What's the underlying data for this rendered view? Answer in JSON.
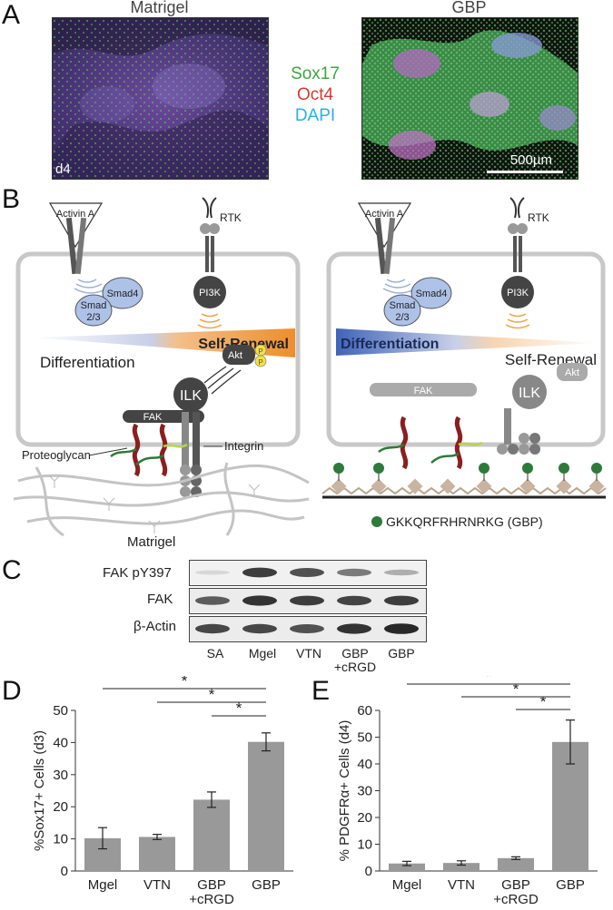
{
  "panel_letters": {
    "a": "A",
    "b": "B",
    "c": "C",
    "d": "D",
    "e": "E"
  },
  "panel_a": {
    "left_title": "Matrigel",
    "right_title": "GBP",
    "day_label": "d4",
    "stains": [
      {
        "text": "Sox17",
        "color": "#3aa640"
      },
      {
        "text": "Oct4",
        "color": "#d43a2f"
      },
      {
        "text": "DAPI",
        "color": "#2eaee6"
      }
    ],
    "scale_bar": "500µm"
  },
  "panel_b": {
    "left": {
      "activin": "Activin A",
      "rtk": "RTK",
      "smad4": "Smad4",
      "smad23_line1": "Smad",
      "smad23_line2": "2/3",
      "pi3k": "PI3K",
      "self_renewal": "Self-Renewal",
      "differentiation": "Differentiation",
      "akt": "Akt",
      "p": "P",
      "fak": "FAK",
      "ilk": "ILK",
      "proteoglycan": "Proteoglycan",
      "integrin": "Integrin",
      "matrigel": "Matrigel"
    },
    "right": {
      "activin": "Activin A",
      "rtk": "RTK",
      "smad4": "Smad4",
      "smad23_line1": "Smad",
      "smad23_line2": "2/3",
      "pi3k": "PI3K",
      "differentiation": "Differentiation",
      "self_renewal": "Self-Renewal",
      "fak": "FAK",
      "ilk": "ILK",
      "akt": "Akt",
      "gbp_legend": "GKKQRFRHRNRKG (GBP)"
    }
  },
  "panel_c": {
    "rows": [
      "FAK pY397",
      "FAK",
      "β-Actin"
    ],
    "lanes": [
      "SA",
      "Mgel",
      "VTN",
      "GBP\n+cRGD",
      "GBP"
    ],
    "band_intensity": [
      [
        0.1,
        0.85,
        0.75,
        0.55,
        0.3
      ],
      [
        0.7,
        0.9,
        0.85,
        0.82,
        0.85
      ],
      [
        0.8,
        0.8,
        0.75,
        0.9,
        0.95
      ]
    ]
  },
  "chart_data": [
    {
      "type": "bar",
      "panel": "D",
      "categories": [
        "Mgel",
        "VTN",
        "GBP\n+cRGD",
        "GBP"
      ],
      "values": [
        10.2,
        10.6,
        22.2,
        40.2
      ],
      "errors": [
        3.3,
        0.8,
        2.4,
        2.8
      ],
      "ylabel": "%Sox17+ Cells (d3)",
      "ylim": [
        0,
        50
      ],
      "yticks": [
        0,
        10,
        20,
        30,
        40,
        50
      ],
      "bar_color": "#999999",
      "significance": [
        "*",
        "*",
        "*"
      ]
    },
    {
      "type": "bar",
      "panel": "E",
      "categories": [
        "Mgel",
        "VTN",
        "GBP\n+cRGD",
        "GBP"
      ],
      "values": [
        2.8,
        3.0,
        4.8,
        48.2
      ],
      "errors": [
        0.8,
        0.8,
        0.5,
        8.2
      ],
      "ylabel": "% PDGFRα+ Cells (d4)",
      "ylim": [
        0,
        60
      ],
      "yticks": [
        0,
        10,
        20,
        30,
        40,
        50,
        60
      ],
      "bar_color": "#999999",
      "significance": [
        "*",
        "*",
        "*"
      ]
    }
  ]
}
